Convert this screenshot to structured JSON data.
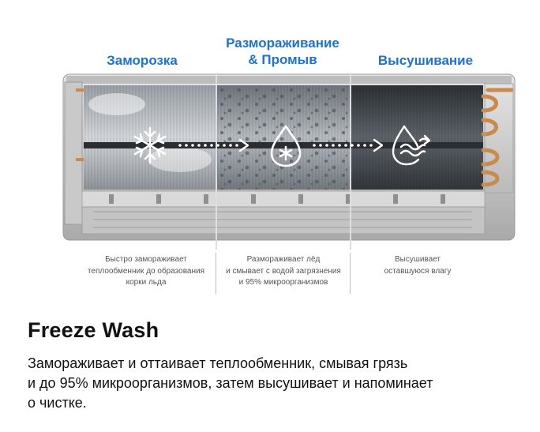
{
  "stages": [
    {
      "title": "Заморозка",
      "icon": "snowflake-icon",
      "caption": [
        "Быстро замораживает",
        "теплообменник до образования",
        "корки льда"
      ]
    },
    {
      "title_lines": [
        "Размораживание",
        "& Промыв"
      ],
      "icon": "water-drop-icon",
      "caption": [
        "Размораживает лёд",
        "и смывает с водой загрязнения",
        "и 95% микроорганизмов"
      ]
    },
    {
      "title": "Высушивание",
      "icon": "drying-icon",
      "caption": [
        "Высушивает",
        "оставшуюся влагу"
      ]
    }
  ],
  "product": {
    "title": "Freeze Wash",
    "description_lines": [
      "Замораживает и оттаивает теплообменник, смывая грязь",
      "и до 95% микроорганизмов, затем высушивает и напоминает",
      "о чистке."
    ]
  },
  "colors": {
    "accent": "#1a73d6",
    "pipe": "#c98a4b",
    "unit_body": "#d7d7d7"
  }
}
